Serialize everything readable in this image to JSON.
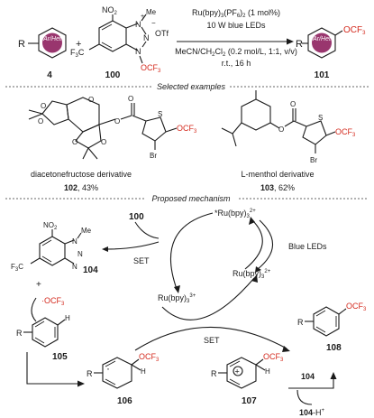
{
  "reaction": {
    "reactant_label": "4",
    "reagent_label": "100",
    "product_label": "101",
    "aryl_label": "Ar/Het",
    "r_group": "R",
    "plus": "+",
    "nitro": "NO",
    "nitro_sub": "2",
    "methyl": "Me",
    "cf3_prefix": "F",
    "cf3_sub": "3",
    "cf3_suffix": "C",
    "ocf3_o": "O",
    "ocf3_cf": "CF",
    "ocf3_3": "3",
    "otf": "OTf",
    "plus_charge": "+",
    "minus_charge": "−",
    "n_atom": "N",
    "conditions": {
      "catalyst": "Ru(bpy)",
      "catalyst_sub1": "3",
      "catalyst_mid": "(PF",
      "catalyst_sub2": "6",
      "catalyst_end": ")",
      "catalyst_sub3": "2",
      "catalyst_loading": " (1 mol%)",
      "light": "10 W blue LEDs",
      "solvent_a": "MeCN/CH",
      "solvent_sub1": "2",
      "solvent_b": "Cl",
      "solvent_sub2": "2",
      "solvent_c": " (0.2 mol/L, 1:1, v/v)",
      "time": "r.t., 16 h"
    }
  },
  "selected_examples": {
    "heading": "Selected examples",
    "ex102_name": "diacetonefructose derivative",
    "ex102_label": "102",
    "ex102_yield": ", 43%",
    "ex103_name": "L-menthol  derivative",
    "ex103_label": "103",
    "ex103_yield": ", 62%",
    "atom_o": "O",
    "atom_s": "S",
    "atom_br": "Br"
  },
  "mechanism": {
    "heading": "Proposed mechanism",
    "label_100": "100",
    "ru_excited": "*Ru(bpy)",
    "ru_sub": "3",
    "ru_excited_charge": "2+",
    "ru3": "Ru(bpy)",
    "ru3_charge": "3+",
    "ru2": "Ru(bpy)",
    "ru2_charge": "2+",
    "set1": "SET",
    "set2": "SET",
    "blue_leds": "Blue LEDs",
    "label_104": "104",
    "label_105": "105",
    "label_106": "106",
    "label_107": "107",
    "label_108": "108",
    "label_104_arrow": "104",
    "byproduct": "104",
    "byproduct_suffix": "-H",
    "proton": "+",
    "ocf3_radical": "·OCF",
    "ocf3_sub": "3",
    "h_atom": "H",
    "r": "R",
    "radical_dot": "·",
    "plus_circle": "+"
  }
}
